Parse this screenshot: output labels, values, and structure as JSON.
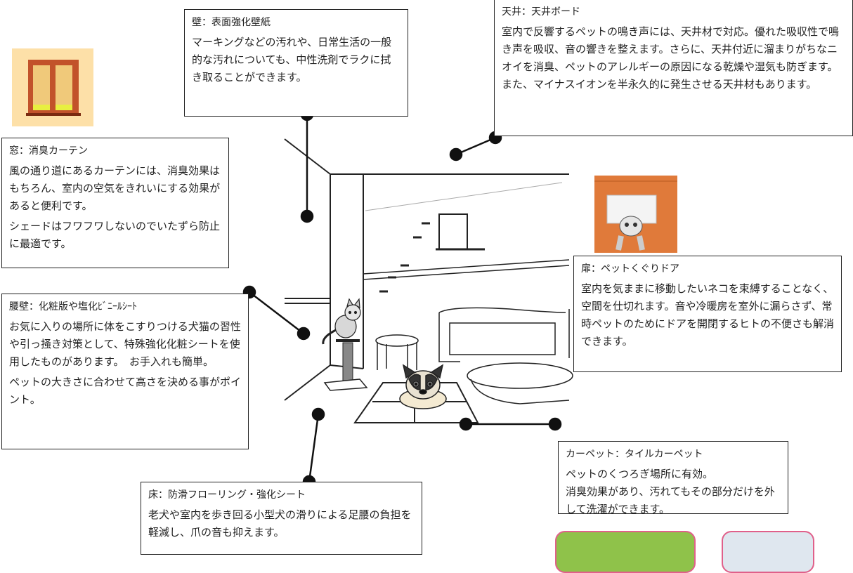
{
  "callouts": {
    "wall": {
      "title": "壁：表面強化壁紙",
      "lines": [
        "マーキングなどの汚れや、日常生活の一般的な汚れについても、中性洗剤でラクに拭き取ることができます。"
      ]
    },
    "ceiling": {
      "title": "天井：天井ボード",
      "lines": [
        "室内で反響するペットの鳴き声には、天井材で対応。優れた吸収性で鳴き声を吸収、音の響きを整えます。さらに、天井付近に溜まりがちなニオイを消臭、ペットのアレルギーの原因になる乾燥や湿気も防ぎます。また、マイナスイオンを半永久的に発生させる天井材もあります。"
      ]
    },
    "window": {
      "title": "窓：消臭カーテン",
      "lines": [
        "風の通り道にあるカーテンには、消臭効果はもちろん、室内の空気をきれいにする効果があると便利です。",
        "シェードはフワフワしないのでいたずら防止に最適です。"
      ]
    },
    "door": {
      "title": "扉：ペットくぐりドア",
      "lines": [
        "室内を気ままに移動したいネコを束縛することなく、空間を仕切れます。音や冷暖房を室外に漏らさず、常時ペットのためにドアを開閉するヒトの不便さも解消できます。"
      ]
    },
    "wainscot": {
      "title": "腰壁：化粧版や塩化ﾋﾞﾆｰﾙｼｰﾄ",
      "lines": [
        "お気に入りの場所に体をこすりつける犬猫の習性や引っ掻き対策として、特殊強化化粧シートを使用したものがあります。　お手入れも簡単。",
        "ペットの大きさに合わせて高さを決める事がポイント。"
      ]
    },
    "carpet": {
      "title": "カーペット：タイルカーペット",
      "lines": [
        "ペットのくつろぎ場所に有効。",
        "消臭効果があり、汚れてもその部分だけを外して洗濯ができます。"
      ]
    },
    "floor": {
      "title": "床：防滑フローリング・強化シート",
      "lines": [
        "老犬や室内を歩き回る小型犬の滑りによる足腰の負担を軽減し、爪の音も抑えます。"
      ]
    }
  },
  "colors": {
    "curtain_bg": "#fde0a8",
    "curtain": "#c2522a",
    "door": "#e07a3a",
    "photo_border": "#e0608a",
    "line": "#111111"
  },
  "icons": [
    "curtain-icon",
    "pet-door-icon",
    "cat-illustration",
    "dog-illustration"
  ]
}
